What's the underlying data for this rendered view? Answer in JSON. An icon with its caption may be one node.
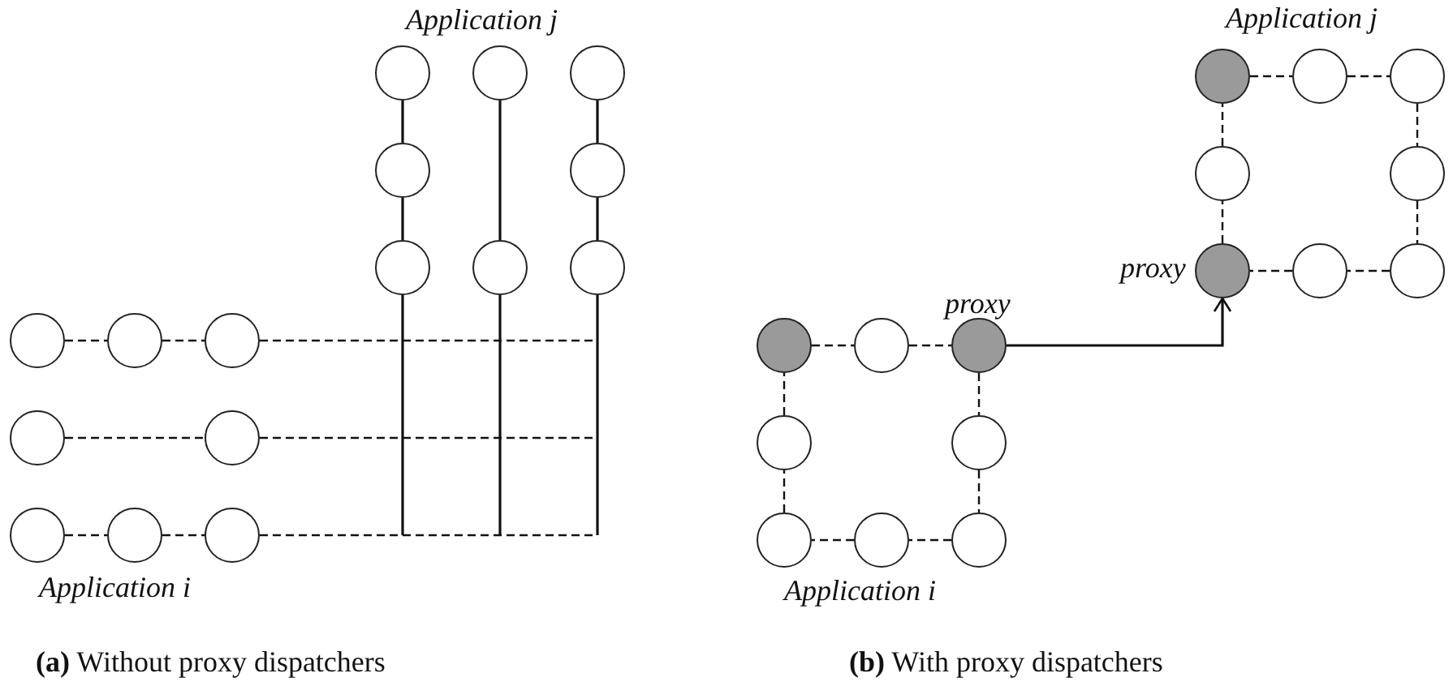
{
  "diagram": {
    "nodes": [
      {
        "text": [],
        "shape": "circle"
      },
      {
        "text": [],
        "shape": "circle"
      },
      {
        "text": [],
        "shape": "circle"
      },
      {
        "text": [],
        "shape": "circle"
      },
      {
        "text": [],
        "shape": "circle"
      },
      {
        "text": [],
        "shape": "circle"
      },
      {
        "text": [],
        "shape": "circle"
      },
      {
        "text": [],
        "shape": "circle"
      },
      {
        "text": [],
        "shape": "circle"
      },
      {
        "text": [],
        "shape": "circle"
      },
      {
        "text": [],
        "shape": "circle"
      },
      {
        "text": [],
        "shape": "circle"
      },
      {
        "text": [],
        "shape": "circle"
      },
      {
        "text": [],
        "shape": "circle"
      },
      {
        "text": [],
        "shape": "circle"
      },
      {
        "text": [],
        "shape": "circle"
      },
      {
        "text": [],
        "shape": "circle"
      },
      {
        "text": [],
        "shape": "circle"
      },
      {
        "text": [],
        "shape": "circle"
      },
      {
        "text": [],
        "shape": "circle"
      },
      {
        "text": [],
        "shape": "circle"
      },
      {
        "text": [],
        "shape": "circle",
        "beside": [
          "proxy"
        ]
      },
      {
        "text": [],
        "shape": "circle"
      },
      {
        "text": [],
        "shape": "circle"
      },
      {
        "text": [],
        "shape": "circle"
      },
      {
        "text": [],
        "shape": "circle"
      },
      {
        "text": [],
        "shape": "circle",
        "beside": [
          "proxy"
        ]
      },
      {
        "text": [],
        "shape": "circle"
      },
      {
        "text": [],
        "shape": "circle"
      },
      {
        "text": [],
        "shape": "circle"
      },
      {
        "text": [],
        "shape": "circle"
      },
      {
        "text": [],
        "shape": "circle"
      }
    ],
    "edges": [
      {
        "from": 0,
        "to": 3,
        "arrow": "none"
      },
      {
        "from": 3,
        "to": 5,
        "arrow": "none"
      },
      {
        "from": 5,
        "to": null,
        "arrow": "none"
      },
      {
        "from": 1,
        "to": 6,
        "arrow": "none"
      },
      {
        "from": 6,
        "to": null,
        "arrow": "none"
      },
      {
        "from": 2,
        "to": 4,
        "arrow": "none"
      },
      {
        "from": 4,
        "to": 7,
        "arrow": "none"
      },
      {
        "from": 7,
        "to": null,
        "arrow": "none"
      },
      {
        "from": 8,
        "to": 9,
        "arrow": "none",
        "style": "dashed"
      },
      {
        "from": 9,
        "to": 10,
        "arrow": "none",
        "style": "dashed"
      },
      {
        "from": 10,
        "to": null,
        "arrow": "none",
        "style": "dashed"
      },
      {
        "from": 11,
        "to": 12,
        "arrow": "none",
        "style": "dashed"
      },
      {
        "from": 12,
        "to": null,
        "arrow": "none",
        "style": "dashed"
      },
      {
        "from": 13,
        "to": 14,
        "arrow": "none",
        "style": "dashed"
      },
      {
        "from": 14,
        "to": 15,
        "arrow": "none",
        "style": "dashed"
      },
      {
        "from": 15,
        "to": null,
        "arrow": "none",
        "style": "dashed"
      },
      {
        "from": 16,
        "to": 17,
        "arrow": "none",
        "style": "dashed"
      },
      {
        "from": 17,
        "to": 18,
        "arrow": "none",
        "style": "dashed"
      },
      {
        "from": 18,
        "to": 20,
        "arrow": "none",
        "style": "dashed"
      },
      {
        "from": 20,
        "to": 23,
        "arrow": "none",
        "style": "dashed"
      },
      {
        "from": 23,
        "to": 22,
        "arrow": "none",
        "style": "dashed"
      },
      {
        "from": 22,
        "to": 21,
        "arrow": "none",
        "style": "dashed"
      },
      {
        "from": 21,
        "to": 19,
        "arrow": "none",
        "style": "dashed"
      },
      {
        "from": 19,
        "to": 16,
        "arrow": "none",
        "style": "dashed"
      },
      {
        "from": 24,
        "to": 25,
        "arrow": "none",
        "style": "dashed"
      },
      {
        "from": 25,
        "to": 26,
        "arrow": "none",
        "style": "dashed"
      },
      {
        "from": 26,
        "to": 28,
        "arrow": "none",
        "style": "dashed"
      },
      {
        "from": 28,
        "to": 31,
        "arrow": "none",
        "style": "dashed"
      },
      {
        "from": 31,
        "to": 30,
        "arrow": "none",
        "style": "dashed"
      },
      {
        "from": 30,
        "to": 29,
        "arrow": "none",
        "style": "dashed"
      },
      {
        "from": 29,
        "to": 27,
        "arrow": "none",
        "style": "dashed"
      },
      {
        "from": 27,
        "to": 24,
        "arrow": "none",
        "style": "dashed"
      },
      {
        "from": 26,
        "to": 21,
        "arrow": "to"
      }
    ],
    "labels": [
      "Application j",
      "Application j",
      "Application i",
      "Application i",
      "**(a)** Without proxy dispatchers",
      "**(b)** With proxy dispatchers"
    ]
  }
}
